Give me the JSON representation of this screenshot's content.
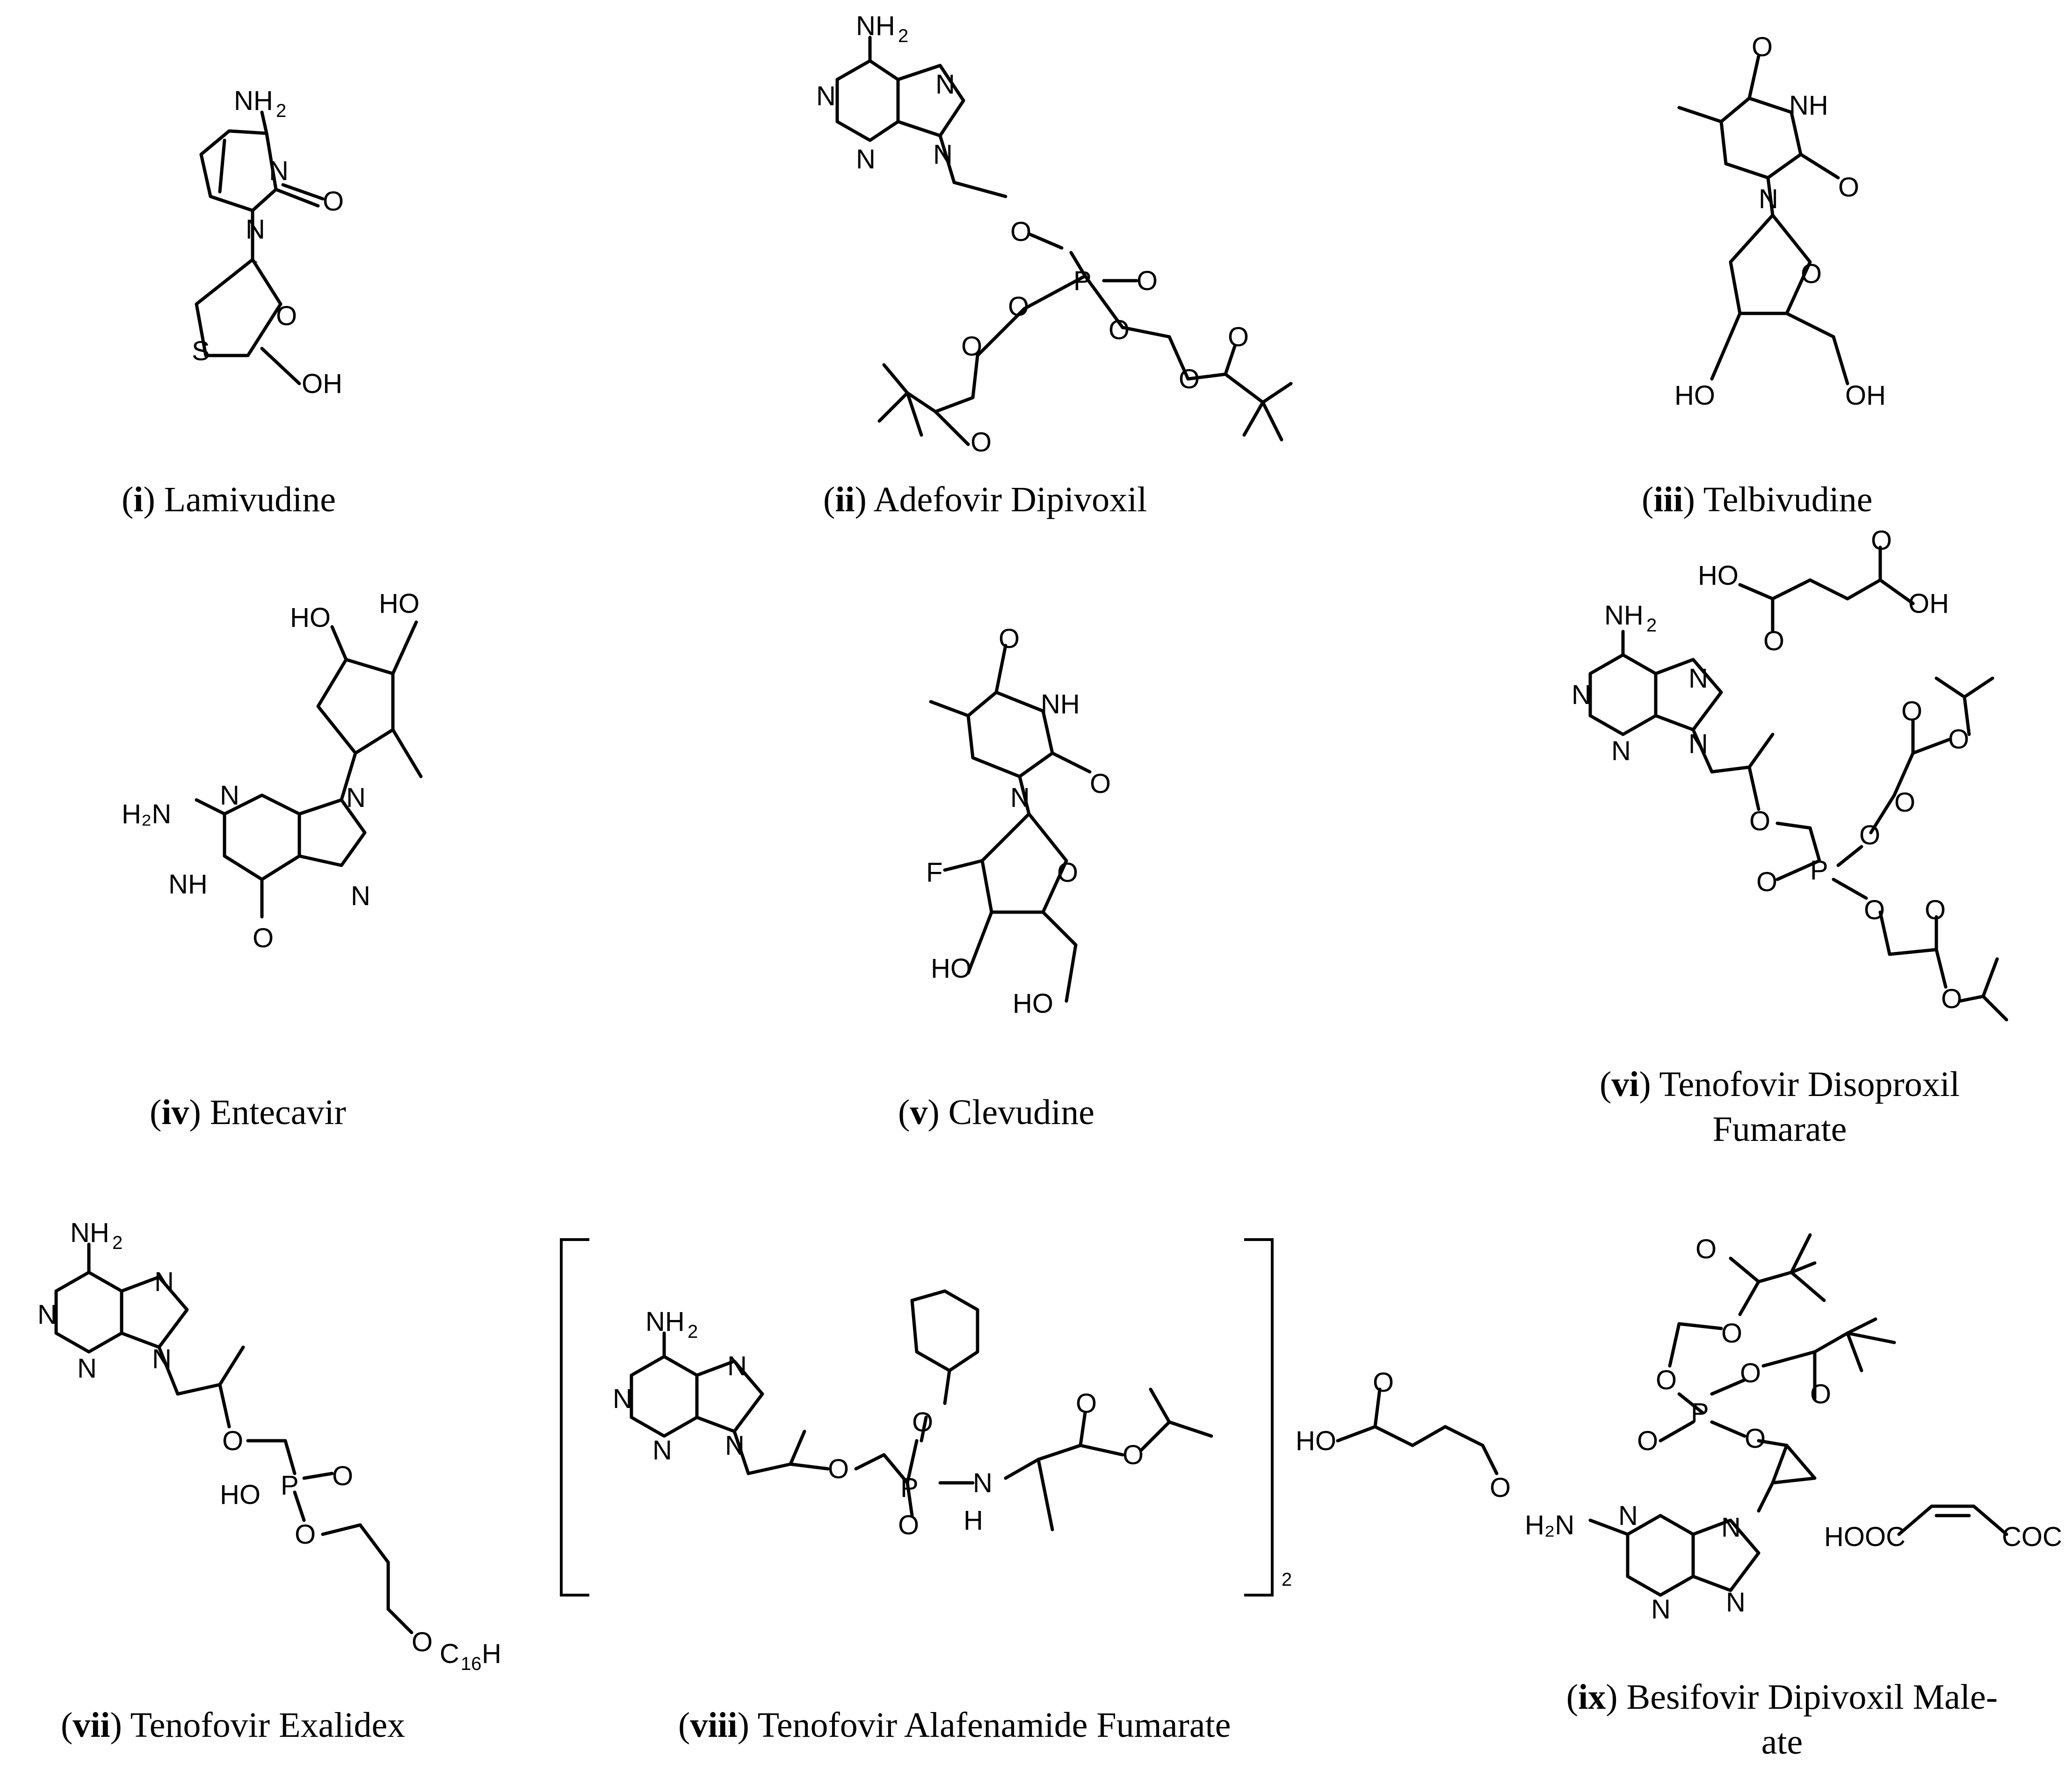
{
  "figure": {
    "panels": [
      {
        "id": "i",
        "numeral": "i",
        "name": "Lamivudine"
      },
      {
        "id": "ii",
        "numeral": "ii",
        "name": "Adefovir Dipivoxil"
      },
      {
        "id": "iii",
        "numeral": "iii",
        "name": "Telbivudine"
      },
      {
        "id": "iv",
        "numeral": "iv",
        "name": "Entecavir"
      },
      {
        "id": "v",
        "numeral": "v",
        "name": "Clevudine"
      },
      {
        "id": "vi",
        "numeral": "vi",
        "name": "Tenofovir Disoproxil",
        "name_line2": "Fumarate"
      },
      {
        "id": "vii",
        "numeral": "vii",
        "name": "Tenofovir Exalidex"
      },
      {
        "id": "viii",
        "numeral": "viii",
        "name": "Tenofovir Alafenamide Fumarate"
      },
      {
        "id": "ix",
        "numeral": "ix",
        "name": "Besifovir Dipivoxil Male-",
        "name_line2": "ate"
      }
    ],
    "atom_labels": {
      "NH2": "NH",
      "sub2": "2",
      "N": "N",
      "O": "O",
      "OH": "OH",
      "HO": "HO",
      "S": "S",
      "NH": "NH",
      "P": "P",
      "F": "F",
      "H": "H",
      "H2N": "H",
      "N_H2N": "N",
      "C16H": "C",
      "sub16": "16",
      "H_end": "H",
      "HOOC": "HOOC",
      "COOH": "COC",
      "bracket_count": "2",
      "O_cut": "O"
    }
  }
}
